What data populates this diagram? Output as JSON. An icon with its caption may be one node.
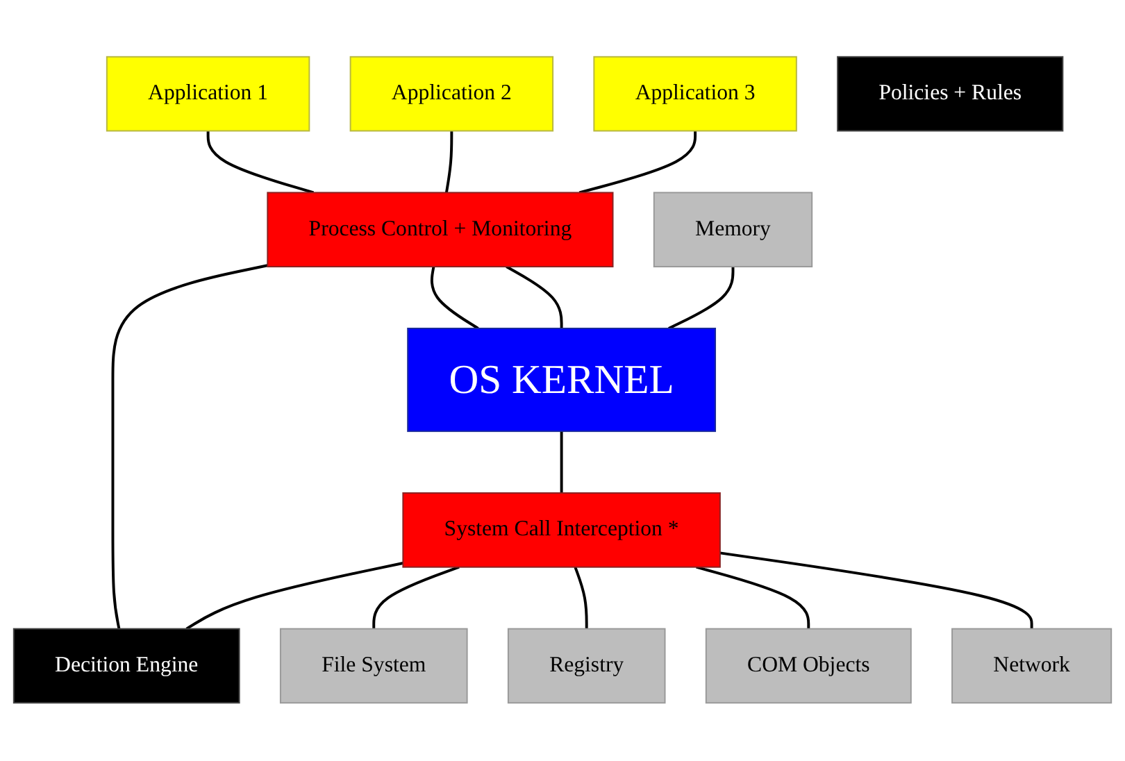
{
  "diagram": {
    "nodes": [
      {
        "text": [
          "Application 1"
        ]
      },
      {
        "text": [
          "Application 2"
        ]
      },
      {
        "text": [
          "Application 3"
        ]
      },
      {
        "text": [
          "Process Control + Monitoring"
        ]
      },
      {
        "text": [
          "OS KERNEL"
        ]
      },
      {
        "text": [
          "Memory"
        ]
      },
      {
        "text": [
          "Decition Engine"
        ]
      },
      {
        "text": [
          "Policies + Rules"
        ]
      },
      {
        "text": [
          "System Call Interception *"
        ]
      },
      {
        "text": [
          "File System"
        ]
      },
      {
        "text": [
          "Registry"
        ]
      },
      {
        "text": [
          "COM Objects"
        ]
      },
      {
        "text": [
          "Network"
        ]
      }
    ],
    "edges": [
      {
        "from": 0,
        "to": 3,
        "arrow": "none"
      },
      {
        "from": 1,
        "to": 3,
        "arrow": "none"
      },
      {
        "from": 2,
        "to": 3,
        "arrow": "none"
      },
      {
        "from": 3,
        "to": 4,
        "arrow": "none"
      },
      {
        "from": 3,
        "to": 4,
        "arrow": "none"
      },
      {
        "from": 3,
        "to": 6,
        "arrow": "none"
      },
      {
        "from": 5,
        "to": 4,
        "arrow": "none"
      },
      {
        "from": 4,
        "to": 8,
        "arrow": "none"
      },
      {
        "from": 8,
        "to": 6,
        "arrow": "none"
      },
      {
        "from": 8,
        "to": 9,
        "arrow": "none"
      },
      {
        "from": 8,
        "to": 10,
        "arrow": "none"
      },
      {
        "from": 8,
        "to": 11,
        "arrow": "none"
      },
      {
        "from": 8,
        "to": 12,
        "arrow": "none"
      }
    ]
  }
}
